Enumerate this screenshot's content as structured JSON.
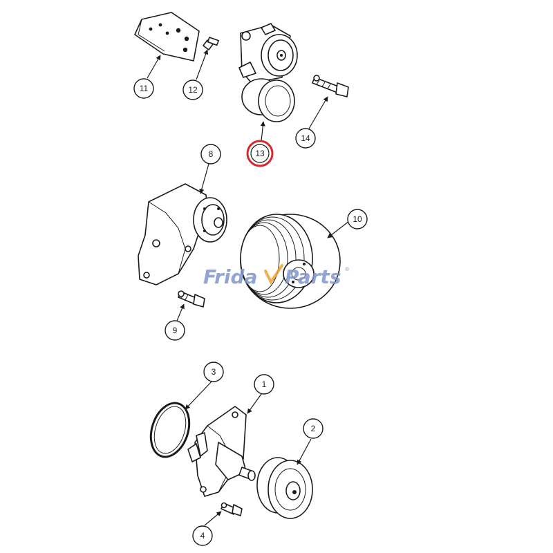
{
  "watermark": {
    "text_left": "Frida",
    "text_right": "Parts",
    "mark": "®",
    "color": "#7f95cc",
    "accent_color": "#f0a030"
  },
  "callouts": [
    {
      "id": "11",
      "label": "11"
    },
    {
      "id": "12",
      "label": "12"
    },
    {
      "id": "13",
      "label": "13",
      "highlighted": true
    },
    {
      "id": "14",
      "label": "14"
    },
    {
      "id": "8",
      "label": "8"
    },
    {
      "id": "10",
      "label": "10"
    },
    {
      "id": "9",
      "label": "9"
    },
    {
      "id": "3",
      "label": "3"
    },
    {
      "id": "1",
      "label": "1"
    },
    {
      "id": "2",
      "label": "2"
    },
    {
      "id": "4",
      "label": "4"
    }
  ],
  "colors": {
    "line": "#1a1a1a",
    "highlight": "#d9262b",
    "background": "#ffffff"
  }
}
